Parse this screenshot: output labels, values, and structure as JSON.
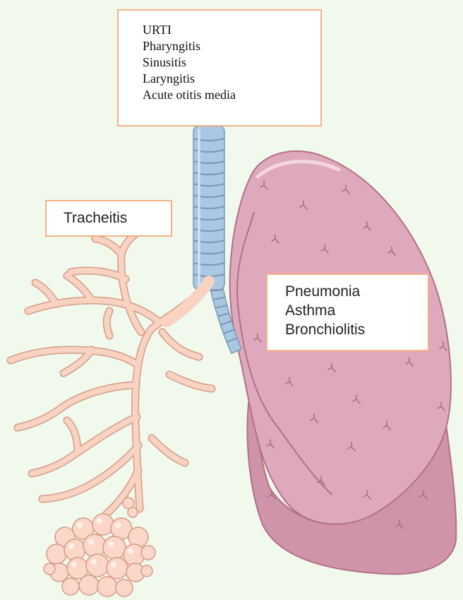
{
  "upper_box": {
    "lines": [
      "URTI",
      "Pharyngitis",
      "Sinusitis",
      "Laryngitis",
      "Acute otitis media"
    ]
  },
  "trachea_box": {
    "label": "Tracheitis"
  },
  "lower_box": {
    "lines": [
      "Pneumonia",
      "Asthma",
      "Bronchiolitis"
    ]
  },
  "colors": {
    "background": "#f1f8ec",
    "box_border": "#f4b183",
    "lung_fill": "#dfa9bd",
    "lung_dark": "#c78aa1",
    "bronchi_fill": "#f9d3c2",
    "bronchi_stroke": "#d49b85",
    "trachea_ring": "#a9c8e3",
    "trachea_ring_dark": "#7c98b3"
  }
}
